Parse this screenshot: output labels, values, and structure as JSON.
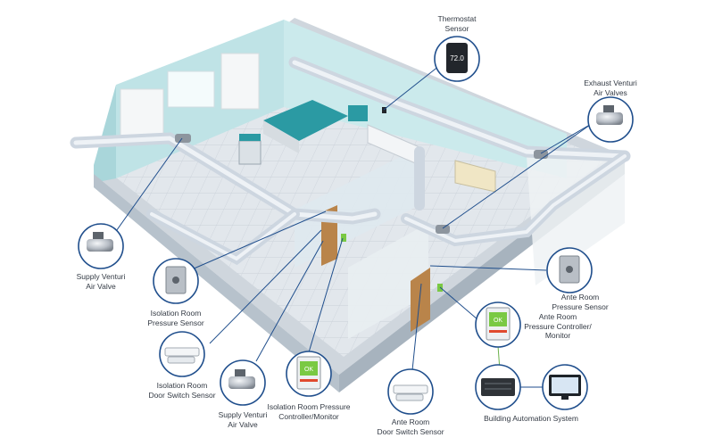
{
  "labels": {
    "thermostat": [
      "Thermostat",
      "Sensor"
    ],
    "exhaust": [
      "Exhaust Venturi",
      "Air Valves"
    ],
    "supply_left": [
      "Supply Venturi",
      "Air Valve"
    ],
    "iso_pressure": [
      "Isolation Room",
      "Pressure Sensor"
    ],
    "iso_door": [
      "Isolation Room",
      "Door Switch Sensor"
    ],
    "supply_bottom": [
      "Supply Venturi",
      "Air Valve"
    ],
    "iso_controller": [
      "Isolation Room Pressure",
      "Controller/Monitor"
    ],
    "ante_pressure": [
      "Ante Room",
      "Pressure Sensor"
    ],
    "ante_controller": [
      "Ante Room",
      "Pressure Controller/",
      "Monitor"
    ],
    "ante_door": [
      "Ante Room",
      "Door Switch Sensor"
    ],
    "bas": [
      "Building Automation System"
    ]
  },
  "thermostat_reading": "72.0",
  "controller_screen": "OK",
  "colors": {
    "accent": "#1f4e8c",
    "wall": "#bfe3e6",
    "floor": "#dde3e8",
    "duct": "#dbe3ec"
  }
}
